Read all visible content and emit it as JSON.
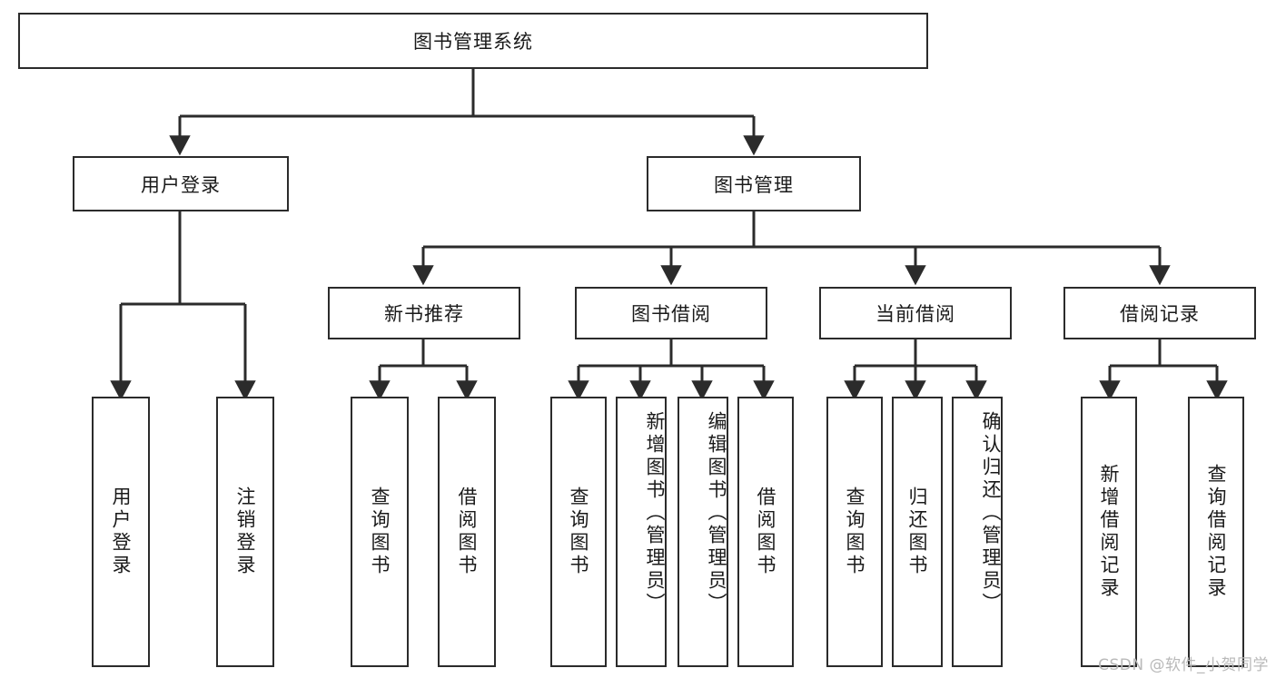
{
  "diagram": {
    "type": "tree-hierarchy",
    "title": "图书管理系统",
    "watermark": "CSDN @软件_小贺同学",
    "colors": {
      "box_border": "#2b2b2b",
      "box_fill": "#ffffff",
      "text": "#1a1a1a",
      "edge": "#2b2b2b",
      "watermark": "#b9b9b9"
    },
    "root": {
      "label": "图书管理系统"
    },
    "level2": [
      {
        "id": "user-login",
        "label": "用户登录"
      },
      {
        "id": "book-management",
        "label": "图书管理"
      }
    ],
    "level3": [
      {
        "id": "new-book-recommend",
        "label": "新书推荐",
        "parent": "book-management"
      },
      {
        "id": "book-borrow",
        "label": "图书借阅",
        "parent": "book-management"
      },
      {
        "id": "current-borrow",
        "label": "当前借阅",
        "parent": "book-management"
      },
      {
        "id": "borrow-record",
        "label": "借阅记录",
        "parent": "book-management"
      }
    ],
    "leaves": {
      "user-login": [
        {
          "id": "leaf-user-login",
          "label": "用户登录"
        },
        {
          "id": "leaf-user-logout",
          "label": "注销登录"
        }
      ],
      "new-book-recommend": [
        {
          "id": "leaf-query-book-1",
          "label": "查询图书"
        },
        {
          "id": "leaf-borrow-book-1",
          "label": "借阅图书"
        }
      ],
      "book-borrow": [
        {
          "id": "leaf-query-book-2",
          "label": "查询图书"
        },
        {
          "id": "leaf-add-book",
          "label": "新增图书（管理员）"
        },
        {
          "id": "leaf-edit-book",
          "label": "编辑图书（管理员）"
        },
        {
          "id": "leaf-borrow-book-2",
          "label": "借阅图书"
        }
      ],
      "current-borrow": [
        {
          "id": "leaf-query-book-3",
          "label": "查询图书"
        },
        {
          "id": "leaf-return-book",
          "label": "归还图书"
        },
        {
          "id": "leaf-confirm-return",
          "label": "确认归还（管理员）"
        }
      ],
      "borrow-record": [
        {
          "id": "leaf-add-record",
          "label": "新增借阅记录"
        },
        {
          "id": "leaf-query-record",
          "label": "查询借阅记录"
        }
      ]
    }
  }
}
